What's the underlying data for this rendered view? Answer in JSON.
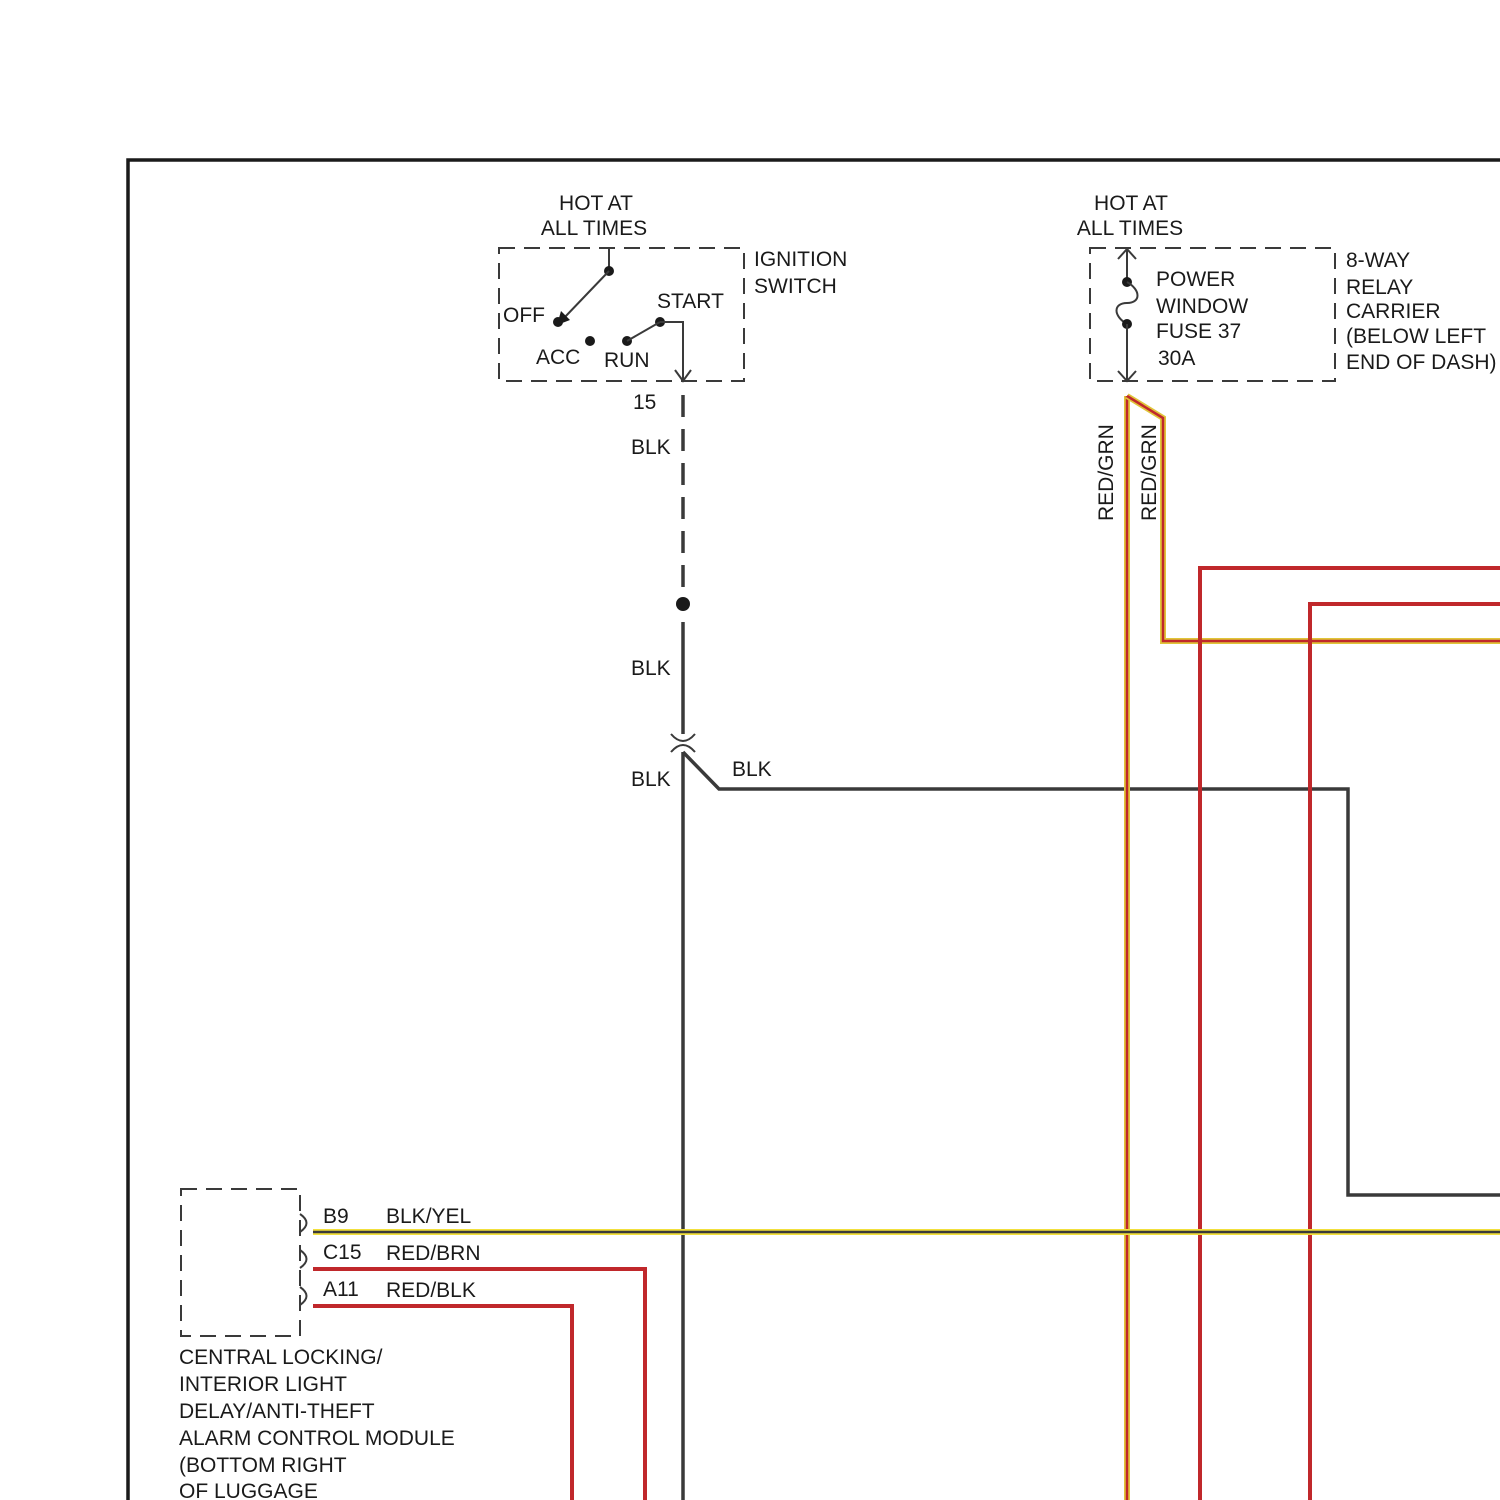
{
  "ignition": {
    "hot_line1": "HOT AT",
    "hot_line2": "ALL TIMES",
    "name_line1": "IGNITION",
    "name_line2": "SWITCH",
    "pos_off": "OFF",
    "pos_acc": "ACC",
    "pos_run": "RUN",
    "pos_start": "START",
    "terminal": "15"
  },
  "relay_carrier": {
    "hot_line1": "HOT AT",
    "hot_line2": "ALL TIMES",
    "fuse_line1": "POWER",
    "fuse_line2": "WINDOW",
    "fuse_line3": "FUSE 37",
    "fuse_line4": "30A",
    "name_line1": "8-WAY",
    "name_line2": "RELAY",
    "name_line3": "CARRIER",
    "name_line4": "(BELOW LEFT",
    "name_line5": "END OF DASH)"
  },
  "wires": {
    "blk_upper": "BLK",
    "blk_middle": "BLK",
    "blk_lower": "BLK",
    "blk_branch": "BLK",
    "red_grn_a": "RED/GRN",
    "red_grn_b": "RED/GRN"
  },
  "module": {
    "pins": [
      {
        "pin": "B9",
        "wire": "BLK/YEL"
      },
      {
        "pin": "C15",
        "wire": "RED/BRN"
      },
      {
        "pin": "A11",
        "wire": "RED/BLK"
      }
    ],
    "name_lines": [
      "CENTRAL LOCKING/",
      "INTERIOR LIGHT",
      "DELAY/ANTI-THEFT",
      "ALARM CONTROL MODULE",
      "(BOTTOM RIGHT",
      "OF LUGGAGE"
    ]
  },
  "colors": {
    "black_wire": "#3a3a3a",
    "red_wire": "#c0282b",
    "yellow_tracer": "#f2e03c",
    "green_tracer": "#e0c53a"
  }
}
